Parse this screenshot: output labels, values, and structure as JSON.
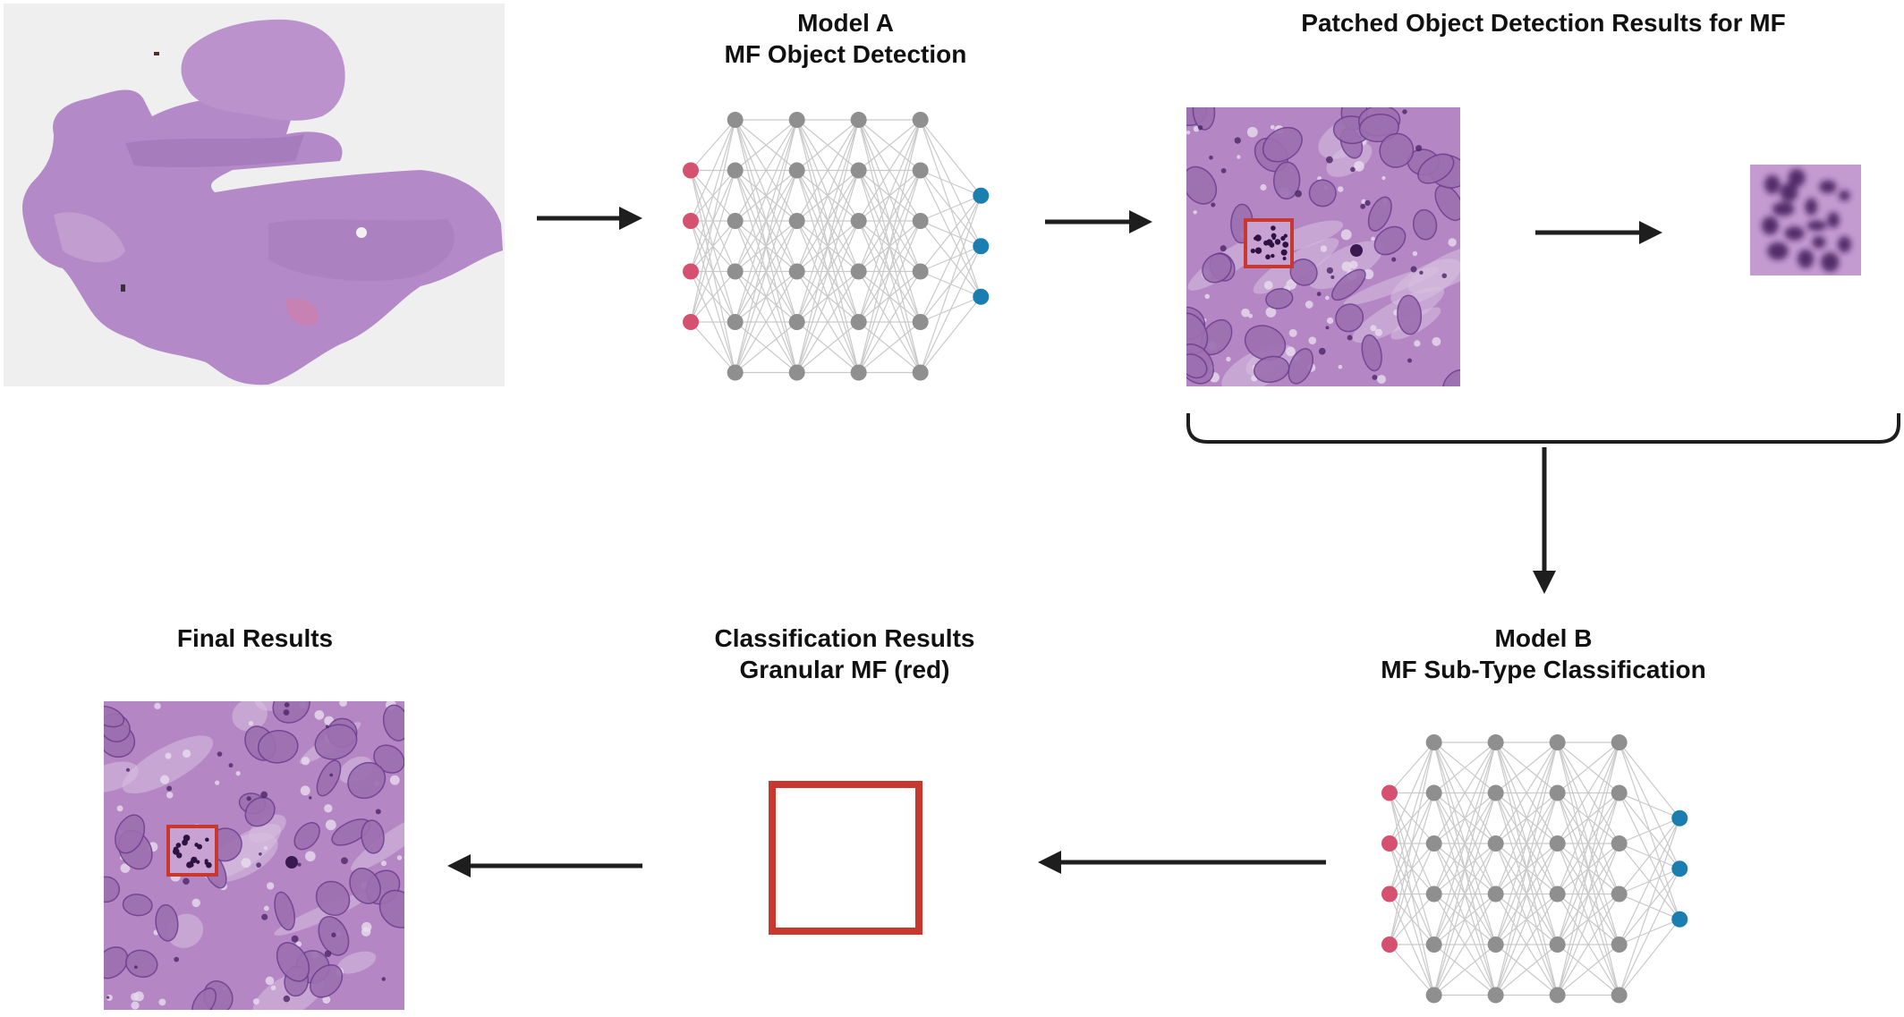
{
  "model_a": {
    "title_line1": "Model A",
    "title_line2": "MF Object Detection",
    "network": {
      "input_count": 4,
      "hidden_layers": 4,
      "hidden_count": 6,
      "output_count": 3
    }
  },
  "patched_results": {
    "title": "Patched Object Detection Results for MF"
  },
  "model_b": {
    "title_line1": "Model B",
    "title_line2": "MF Sub-Type Classification",
    "network": {
      "input_count": 4,
      "hidden_layers": 4,
      "hidden_count": 6,
      "output_count": 3
    }
  },
  "classification": {
    "title_line1": "Classification Results",
    "title_line2": "Granular MF (red)"
  },
  "final": {
    "title": "Final Results"
  },
  "colors": {
    "input_node": "#d6506f",
    "hidden_node": "#8f8f8f",
    "output_node": "#1a7fb0",
    "connection": "#c9c9c9",
    "arrow": "#1e1e1e",
    "detection_box": "#c8382e",
    "tissue": "#b487c4",
    "tissue_dark": "#9c6fb0",
    "nucleus": "#6f3f8f",
    "slide_background": "#eeeeee"
  },
  "icons": [
    "arrow-right-icon",
    "arrow-left-icon",
    "arrow-down-icon",
    "bracket-icon"
  ]
}
